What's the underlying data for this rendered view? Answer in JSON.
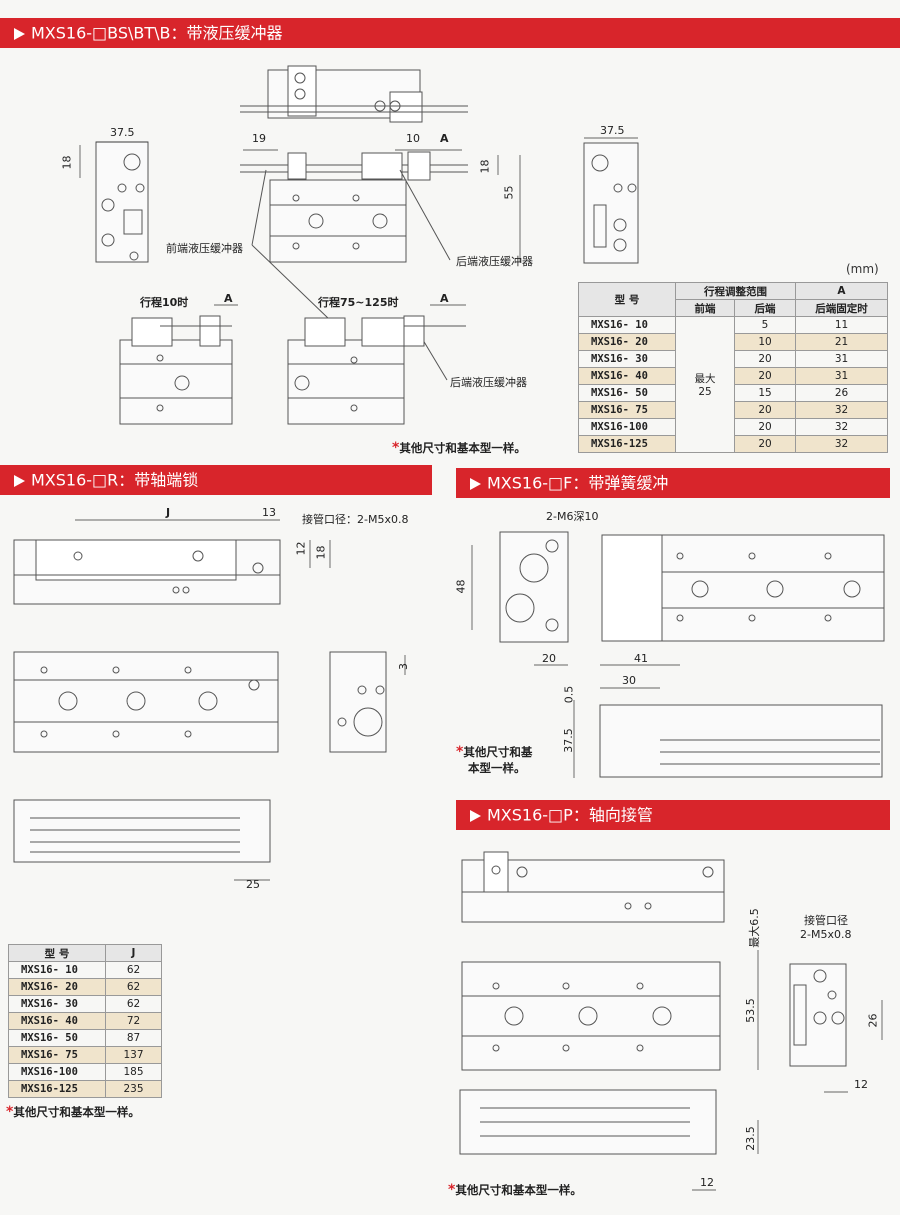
{
  "colors": {
    "accent": "#d8252b",
    "bg": "#f7f7f5",
    "row_alt": "#f0e4cc"
  },
  "sections": {
    "bs": {
      "title": "MXS16-□BS\\BT\\B：带液压缓冲器"
    },
    "r": {
      "title": "MXS16-□R：带轴端锁"
    },
    "f": {
      "title": "MXS16-□F：带弹簧缓冲"
    },
    "p": {
      "title": "MXS16-□P：轴向接管"
    }
  },
  "bs": {
    "dims": {
      "d375a": "37.5",
      "d18a": "18",
      "d19": "19",
      "d10": "10",
      "dA1": "A",
      "d18b": "18",
      "d55": "55",
      "d375b": "37.5",
      "dA2": "A",
      "dA3": "A"
    },
    "labels": {
      "front": "前端液压缓冲器",
      "rear1": "后端液压缓冲器",
      "stroke10": "行程10时",
      "stroke75": "行程75~125时",
      "rear2": "后端液压缓冲器"
    },
    "unit": "(mm)",
    "table": {
      "h_model": "型 号",
      "h_range": "行程调整范围",
      "h_front": "前端",
      "h_rear": "后端",
      "h_A": "A",
      "h_A_sub": "后端固定时",
      "front_val_1": "最大",
      "front_val_2": "25",
      "rows": [
        {
          "model": "MXS16-  10",
          "rear": "5",
          "a": "11"
        },
        {
          "model": "MXS16-  20",
          "rear": "10",
          "a": "21"
        },
        {
          "model": "MXS16-  30",
          "rear": "20",
          "a": "31"
        },
        {
          "model": "MXS16-  40",
          "rear": "20",
          "a": "31"
        },
        {
          "model": "MXS16-  50",
          "rear": "15",
          "a": "26"
        },
        {
          "model": "MXS16-  75",
          "rear": "20",
          "a": "32"
        },
        {
          "model": "MXS16-100",
          "rear": "20",
          "a": "32"
        },
        {
          "model": "MXS16-125",
          "rear": "20",
          "a": "32"
        }
      ]
    },
    "note": "其他尺寸和基本型一样。"
  },
  "r": {
    "dims": {
      "dJ": "J",
      "d13": "13",
      "d12": "12",
      "d18": "18",
      "d3": "3",
      "d25": "25"
    },
    "port": "接管口径：2-M5x0.8",
    "table": {
      "h_model": "型 号",
      "h_j": "J",
      "rows": [
        {
          "model": "MXS16-  10",
          "j": "62"
        },
        {
          "model": "MXS16-  20",
          "j": "62"
        },
        {
          "model": "MXS16-  30",
          "j": "62"
        },
        {
          "model": "MXS16-  40",
          "j": "72"
        },
        {
          "model": "MXS16-  50",
          "j": "87"
        },
        {
          "model": "MXS16-  75",
          "j": "137"
        },
        {
          "model": "MXS16-100",
          "j": "185"
        },
        {
          "model": "MXS16-125",
          "j": "235"
        }
      ]
    },
    "note": "其他尺寸和基本型一样。"
  },
  "f": {
    "dims": {
      "m6": "2-M6深10",
      "d48": "48",
      "d20": "20",
      "d41": "41",
      "d30": "30",
      "d05": "0.5",
      "d375": "37.5"
    },
    "note_1": "其他尺寸和基",
    "note_2": "本型一样。"
  },
  "p": {
    "dims": {
      "d65": "最大6.5",
      "d535": "53.5",
      "d26": "26",
      "d12a": "12",
      "d235": "23.5",
      "d12b": "12"
    },
    "port_1": "接管口径",
    "port_2": "2-M5x0.8",
    "note": "其他尺寸和基本型一样。"
  }
}
